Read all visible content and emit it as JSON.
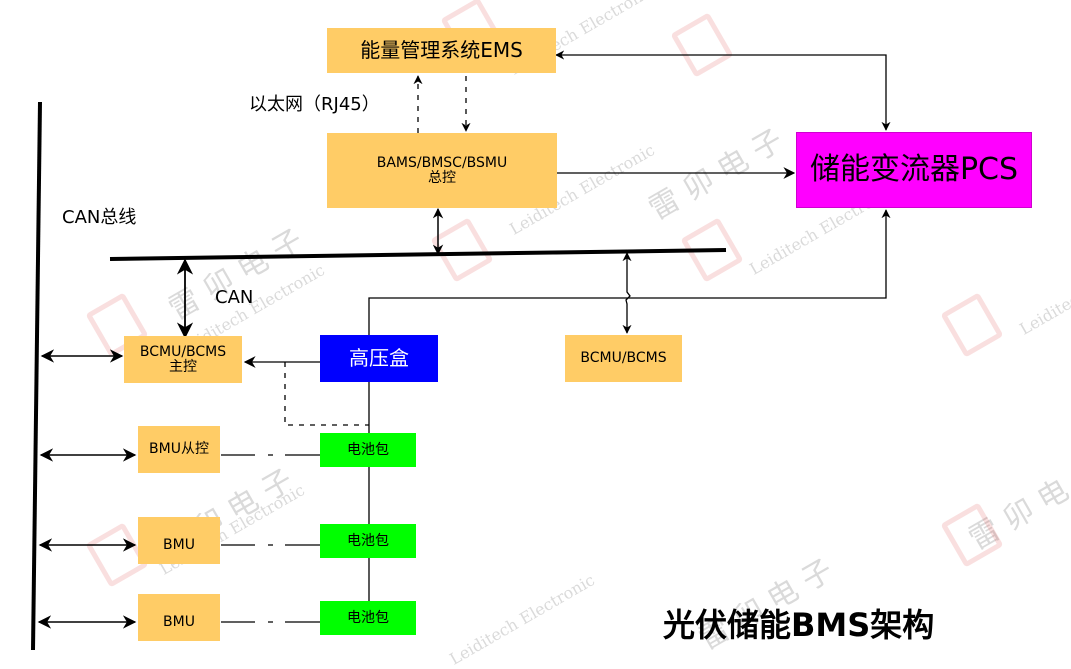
{
  "title": "光伏储能BMS架构",
  "colors": {
    "orange_box": "#ffcc66",
    "pcs_box": "#ff00ff",
    "hv_box": "#0000ff",
    "battery_box": "#00ff00"
  },
  "nodes": {
    "ems": "能量管理系统EMS",
    "bams_line1": "BAMS/BMSC/BSMU",
    "bams_line2": "总控",
    "pcs": "储能变流器PCS",
    "bcmu_main_line1": "BCMU/BCMS",
    "bcmu_main_line2": "主控",
    "hv_box": "高压盒",
    "bcmu_right": "BCMU/BCMS",
    "bmu_slave": "BMU从控",
    "bmu_2": "BMU",
    "bmu_3": "BMU",
    "battery_1": "电池包",
    "battery_2": "电池包",
    "battery_3": "电池包"
  },
  "labels": {
    "ethernet": "以太网（RJ45）",
    "can_bus": "CAN总线",
    "can": "CAN"
  },
  "watermark": {
    "cn": "雷 卯 电 子",
    "en": "Leiditech Electronic"
  }
}
